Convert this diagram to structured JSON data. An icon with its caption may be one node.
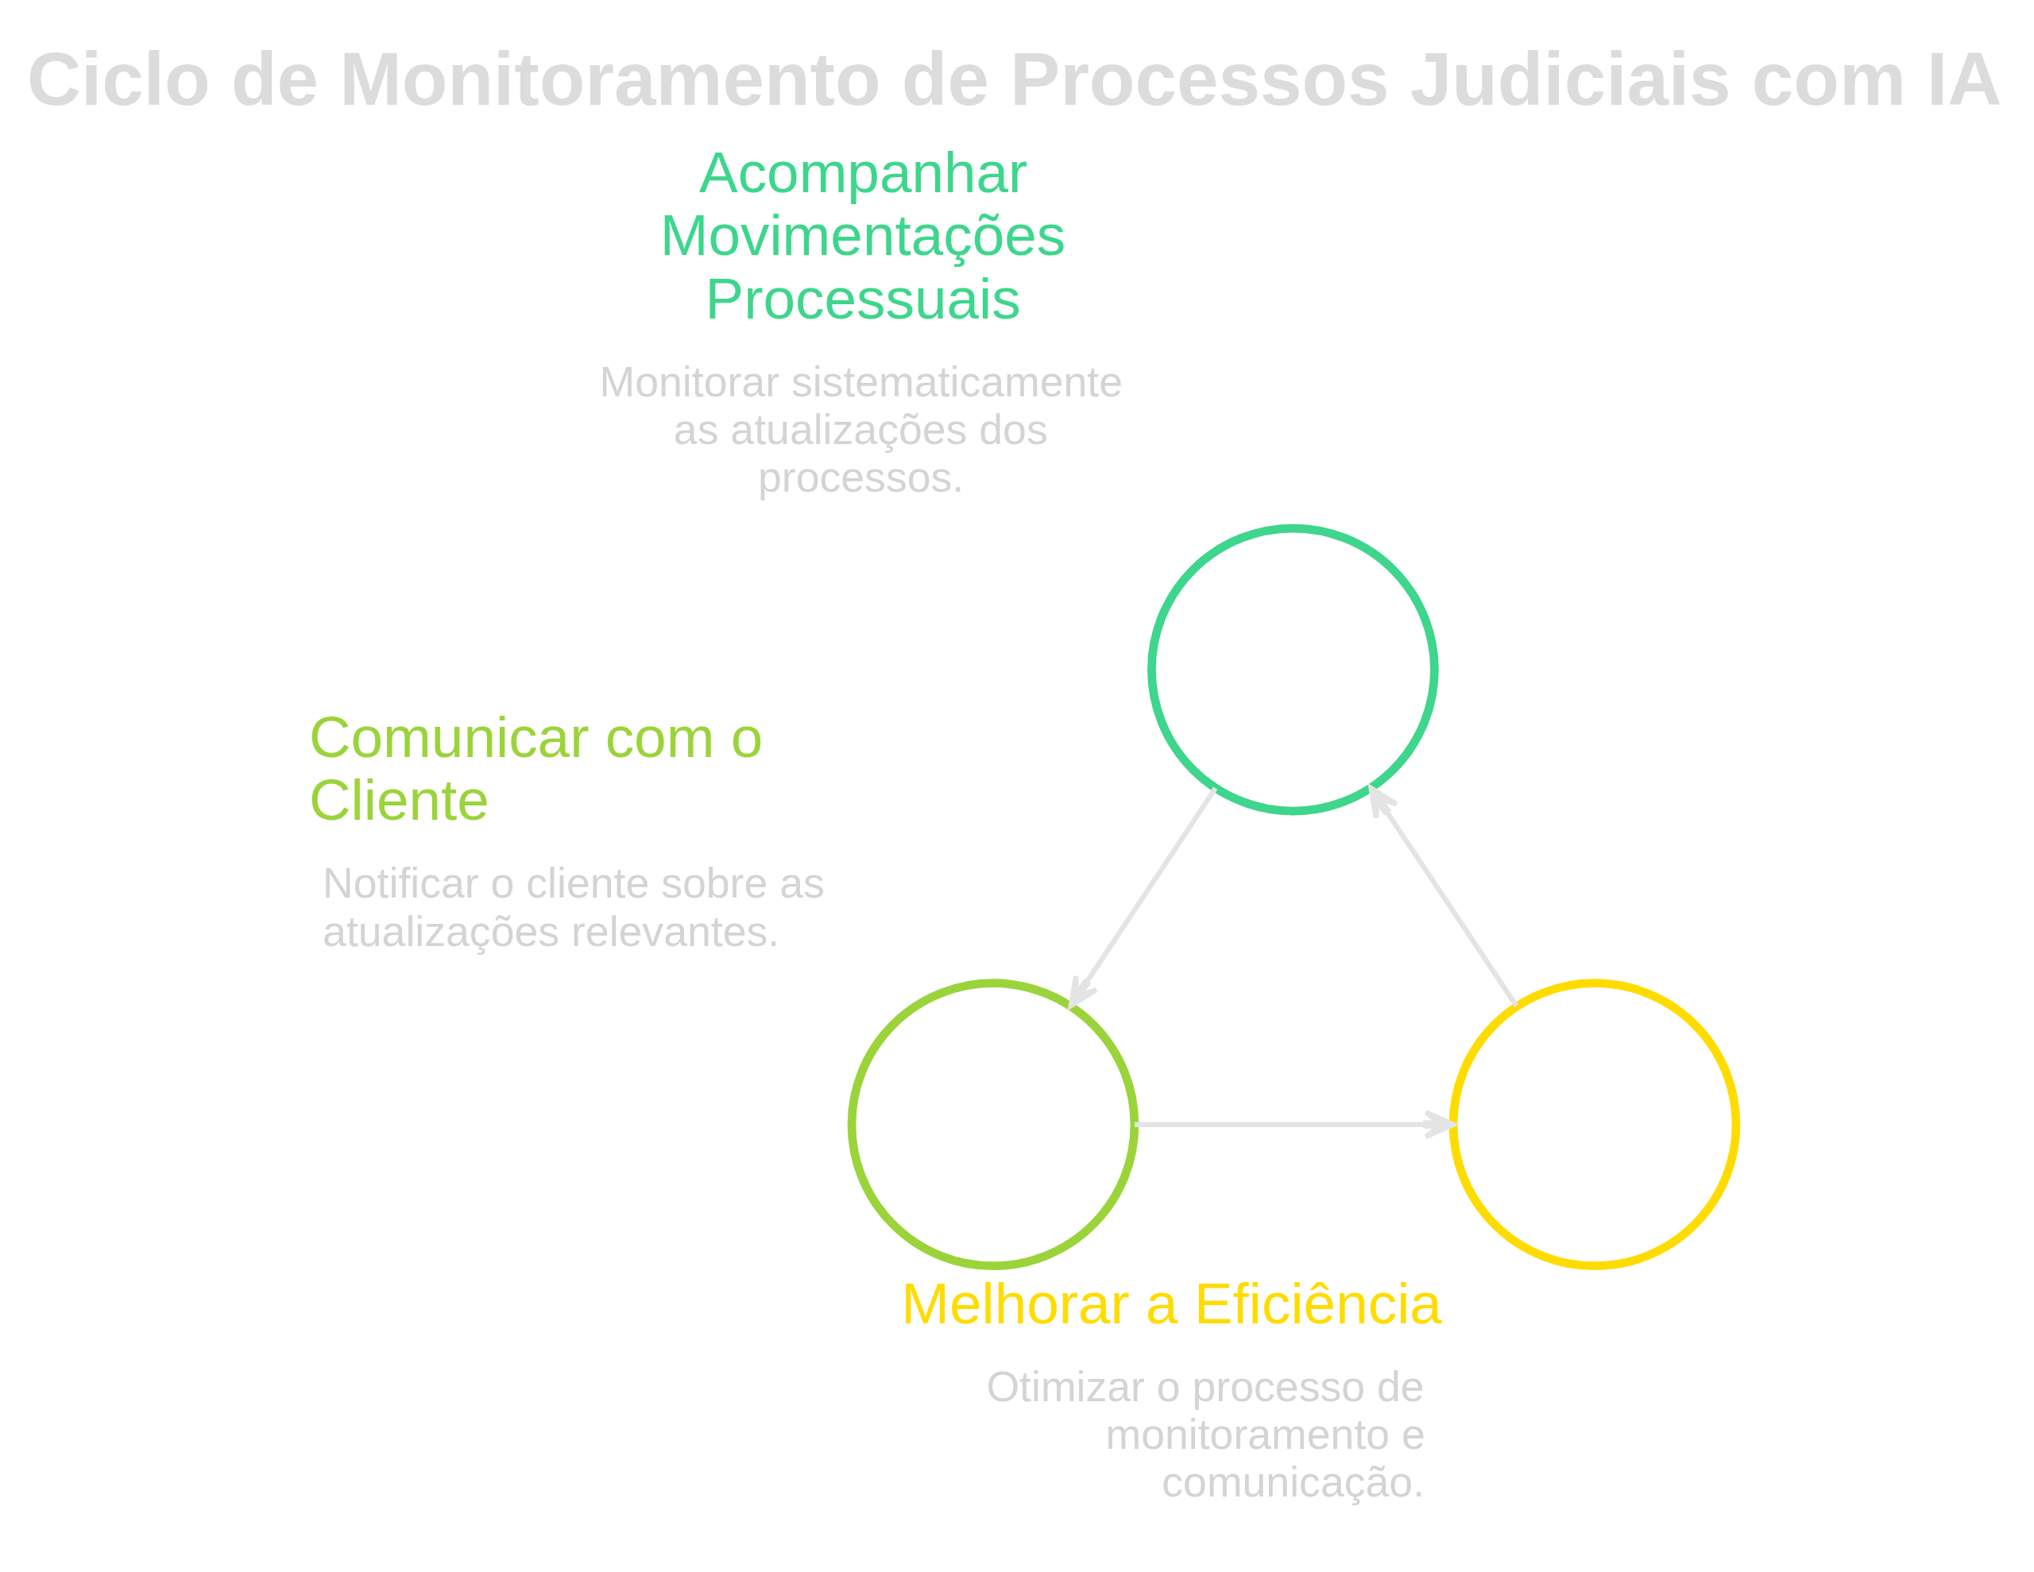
{
  "diagram": {
    "title": "Ciclo de Monitoramento de Processos Judiciais com IA",
    "nodes": [
      {
        "text": [
          "Acompanhar Movimentações Processuais",
          "Monitorar sistematicamente as atualizações dos processos."
        ]
      },
      {
        "text": [
          "Comunicar com o Cliente",
          "Notificar o cliente sobre as atualizações relevantes."
        ]
      },
      {
        "text": [
          "Melhorar a Eficiência",
          "Otimizar o processo de monitoramento e comunicação."
        ]
      }
    ],
    "edges": [
      {
        "from": 0,
        "to": 1,
        "arrow": "to"
      },
      {
        "from": 1,
        "to": 2,
        "arrow": "to"
      },
      {
        "from": 2,
        "to": 0,
        "arrow": "to"
      }
    ]
  }
}
